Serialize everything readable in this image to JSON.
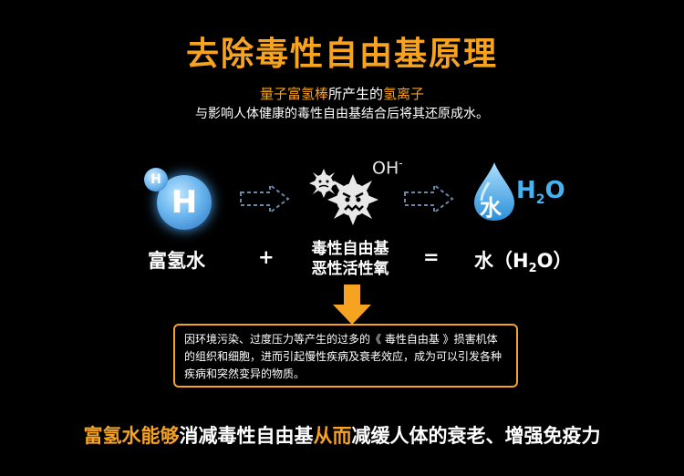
{
  "title": "去除毒性自由基原理",
  "intro": {
    "part1": "量子富氢棒",
    "part2": "所产生的",
    "part3": "氢离子",
    "line2": "与影响人体健康的毒性自由基结合后将其还原成水。"
  },
  "icons": {
    "hydrogen_big": "H",
    "hydrogen_small": "H",
    "oh_main": "OH",
    "oh_sup": "-",
    "water_char": "水",
    "h2o_h": "H",
    "h2o_2": "2",
    "h2o_o": "O"
  },
  "equation": {
    "left_label": "富氢水",
    "plus": "+",
    "middle_line1": "毒性自由基",
    "middle_line2": "恶性活性氧",
    "equals": "=",
    "result_prefix": "水（H",
    "result_sub": "2",
    "result_suffix": "O）"
  },
  "note_text": "因环境污染、过度压力等产生的过多的《 毒性自由基 》损害机体的组织和细胞，进而引起慢性疾病及衰老效应，成为可以引发各种疾病和突然变异的物质。",
  "bottom": {
    "part1": "富氢水能够",
    "part2": "消减毒性自由基",
    "part3": "从而",
    "part4": "减缓人体的衰老、增强免疫力"
  },
  "colors": {
    "accent": "#f5a321",
    "blue": "#47b2f0",
    "background": "#000000"
  }
}
